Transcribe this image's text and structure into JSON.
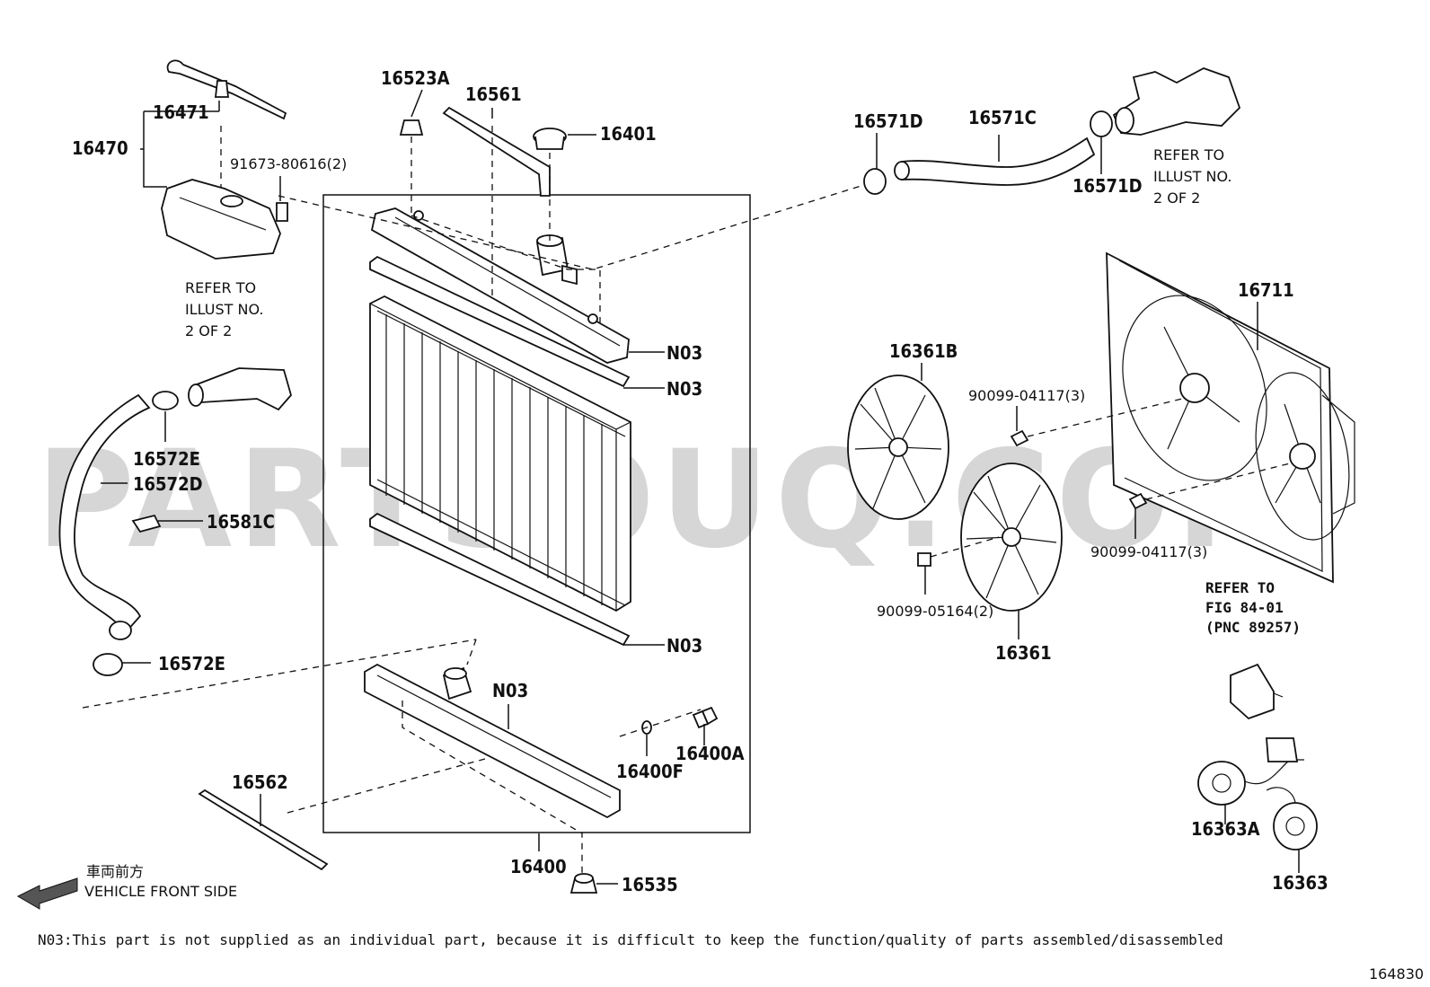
{
  "watermark": "PARTSOUQ.COM",
  "labels": {
    "p16523A": "16523A",
    "p16561": "16561",
    "p16401": "16401",
    "p16471": "16471",
    "p16470": "16470",
    "p91673": "91673-80616(2)",
    "refer_left_1": "REFER TO",
    "refer_left_2": "ILLUST NO.",
    "refer_left_3": "2 OF 2",
    "p16572E_top": "16572E",
    "p16572D": "16572D",
    "p16581C": "16581C",
    "p16572E_bot": "16572E",
    "n03_1": "N03",
    "n03_2": "N03",
    "n03_3": "N03",
    "n03_4": "N03",
    "p16400A": "16400A",
    "p16400F": "16400F",
    "p16400": "16400",
    "p16535": "16535",
    "p16562": "16562",
    "p16571D_left": "16571D",
    "p16571C": "16571C",
    "p16571D_right": "16571D",
    "refer_right_1": "REFER TO",
    "refer_right_2": "ILLUST NO.",
    "refer_right_3": "2 OF 2",
    "p16711": "16711",
    "p16361B": "16361B",
    "p90099_04117_a": "90099-04117(3)",
    "p90099_04117_b": "90099-04117(3)",
    "p90099_05164": "90099-05164(2)",
    "p16361": "16361",
    "refer_fig_1": "REFER TO",
    "refer_fig_2": "FIG 84-01",
    "refer_fig_3": "(PNC 89257)",
    "p16363A": "16363A",
    "p16363": "16363"
  },
  "direction": {
    "japanese": "車両前方",
    "english": "VEHICLE FRONT SIDE"
  },
  "footnote": "N03:This part is not supplied as an individual part, because it is difficult to keep the function/quality of parts assembled/disassembled",
  "figure_number": "164830"
}
